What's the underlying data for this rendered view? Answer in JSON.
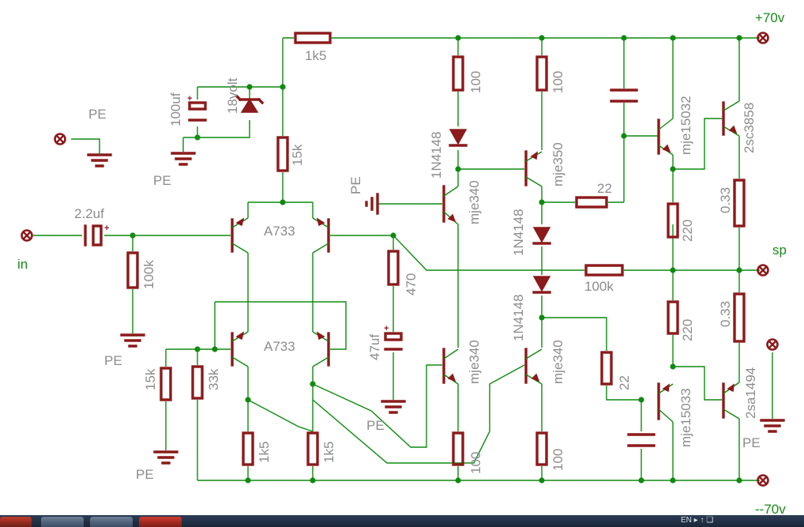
{
  "rails": {
    "positive": "+70v",
    "negative": "--70v",
    "speaker": "sp",
    "input": "in"
  },
  "ground_label": "PE",
  "input_stage": {
    "input_cap": "2.2uf",
    "input_resistor": "100k",
    "diff_pair": "A733"
  },
  "supply_filter": {
    "resistor_1k5": "1k5",
    "cap": "100uf",
    "zener": "18volt",
    "resistor_15k": "15k"
  },
  "current_mirror": {
    "pair": "A733",
    "resistor_15k": "15k",
    "resistor_33k": "33k",
    "emitter_left": "1k5",
    "emitter_right": "1k5"
  },
  "feedback": {
    "resistor": "470",
    "cap": "47uf",
    "feedback_resistor": "100k"
  },
  "vas": {
    "top_resistor": "100",
    "diode": "1N4148",
    "transistor": "mje340",
    "lower_transistor": "mje340",
    "lower_resistor": "100"
  },
  "bias": {
    "top_resistor": "100",
    "transistor": "mje350",
    "diode_1": "1N4148",
    "diode_2": "1N4148",
    "driver": "mje340",
    "bottom_resistor": "100"
  },
  "drivers": {
    "upper_resistor": "22",
    "lower_resistor": "22",
    "upper": "mje15032",
    "lower": "mje15033",
    "res_upper": "220",
    "res_lower": "220"
  },
  "outputs": {
    "upper": "2sc3858",
    "lower": "2sa1494",
    "emitter_upper": "0.33",
    "emitter_lower": "0.33"
  },
  "taskbar": {
    "tray_text": "EN  ▸  ↑  ❑"
  },
  "colors": {
    "wire": "#0f8a0f",
    "component": "#8b1a1a",
    "label": "#8c8c8c",
    "net_label": "#1a8a1a"
  }
}
